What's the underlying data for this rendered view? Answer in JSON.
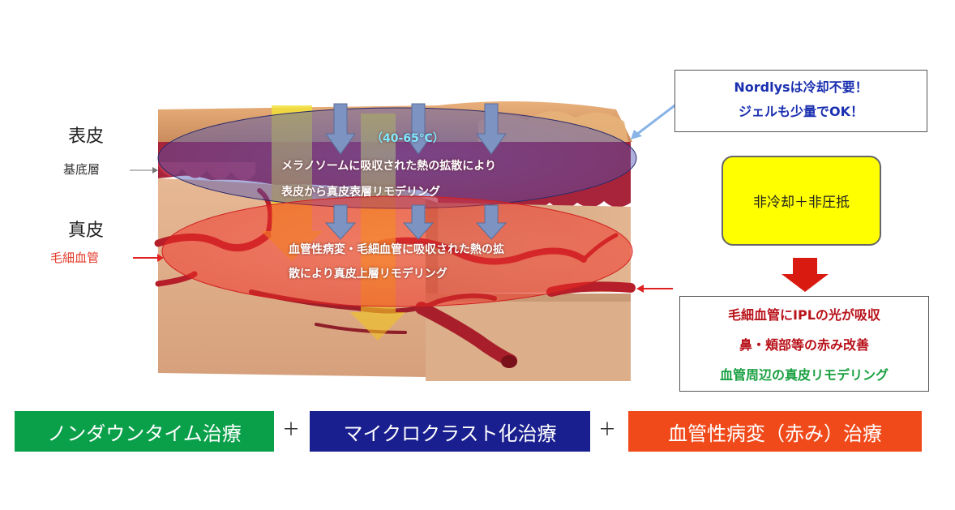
{
  "labels": {
    "epidermis": "表皮",
    "basal_layer": "基底層",
    "dermis": "真皮",
    "capillary": "毛細血管"
  },
  "overlay": {
    "temperature": "（40-65℃）",
    "epidermis_line1": "メラノソームに吸収された熱の拡散により",
    "epidermis_line2": "表皮から真皮表層リモデリング",
    "dermis_line1": "血管性病変・毛細血管に吸収された熱の拡",
    "dermis_line2": "散により真皮上層リモデリング"
  },
  "note_box": {
    "line1": "Nordlysは冷却不要！",
    "line2": "ジェルも少量でOK！"
  },
  "yellow_box": {
    "text": "非冷却＋非圧抵"
  },
  "result_box": {
    "line1": "毛細血管にIPLの光が吸収",
    "line2": "鼻・頬部等の赤み改善",
    "line3": "血管周辺の真皮リモデリング"
  },
  "bottom_bar": {
    "item1": "ノンダウンタイム治療",
    "plus1": "＋",
    "item2": "マイクロクラスト化治療",
    "plus2": "＋",
    "item3": "血管性病変（赤み）治療"
  },
  "colors": {
    "green": "#0aa04a",
    "navy": "#1a1f8f",
    "orange_red": "#f04a1a",
    "result_red": "#b8121a",
    "result_green": "#18a040",
    "note_blue": "#1a2fb0",
    "yellow": "#ffff00"
  }
}
